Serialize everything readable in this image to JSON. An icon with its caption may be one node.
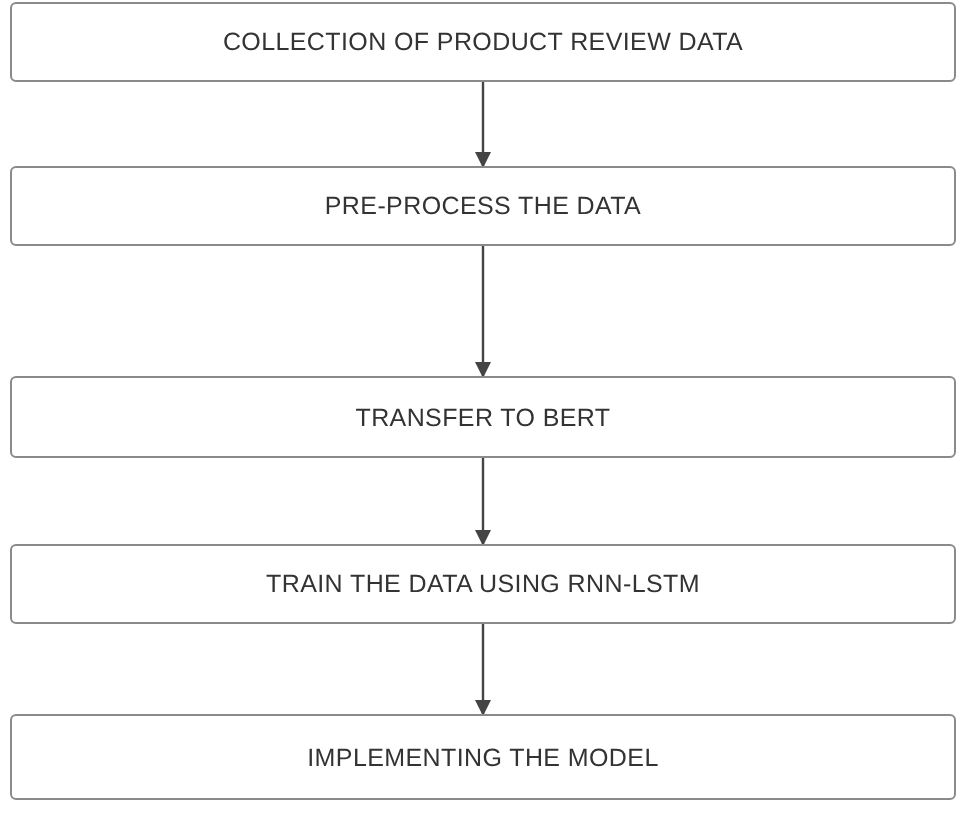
{
  "diagram": {
    "nodes": [
      {
        "text": [
          "COLLECTION OF PRODUCT REVIEW DATA"
        ]
      },
      {
        "text": [
          "PRE-PROCESS THE DATA"
        ]
      },
      {
        "text": [
          "TRANSFER TO BERT"
        ]
      },
      {
        "text": [
          "TRAIN THE DATA USING RNN-LSTM"
        ]
      },
      {
        "text": [
          "IMPLEMENTING THE MODEL"
        ]
      }
    ],
    "edges": [
      {
        "from": 0,
        "to": 1,
        "arrow": "to"
      },
      {
        "from": 1,
        "to": 2,
        "arrow": "to"
      },
      {
        "from": 2,
        "to": 3,
        "arrow": "to"
      },
      {
        "from": 3,
        "to": 4,
        "arrow": "to"
      }
    ]
  }
}
